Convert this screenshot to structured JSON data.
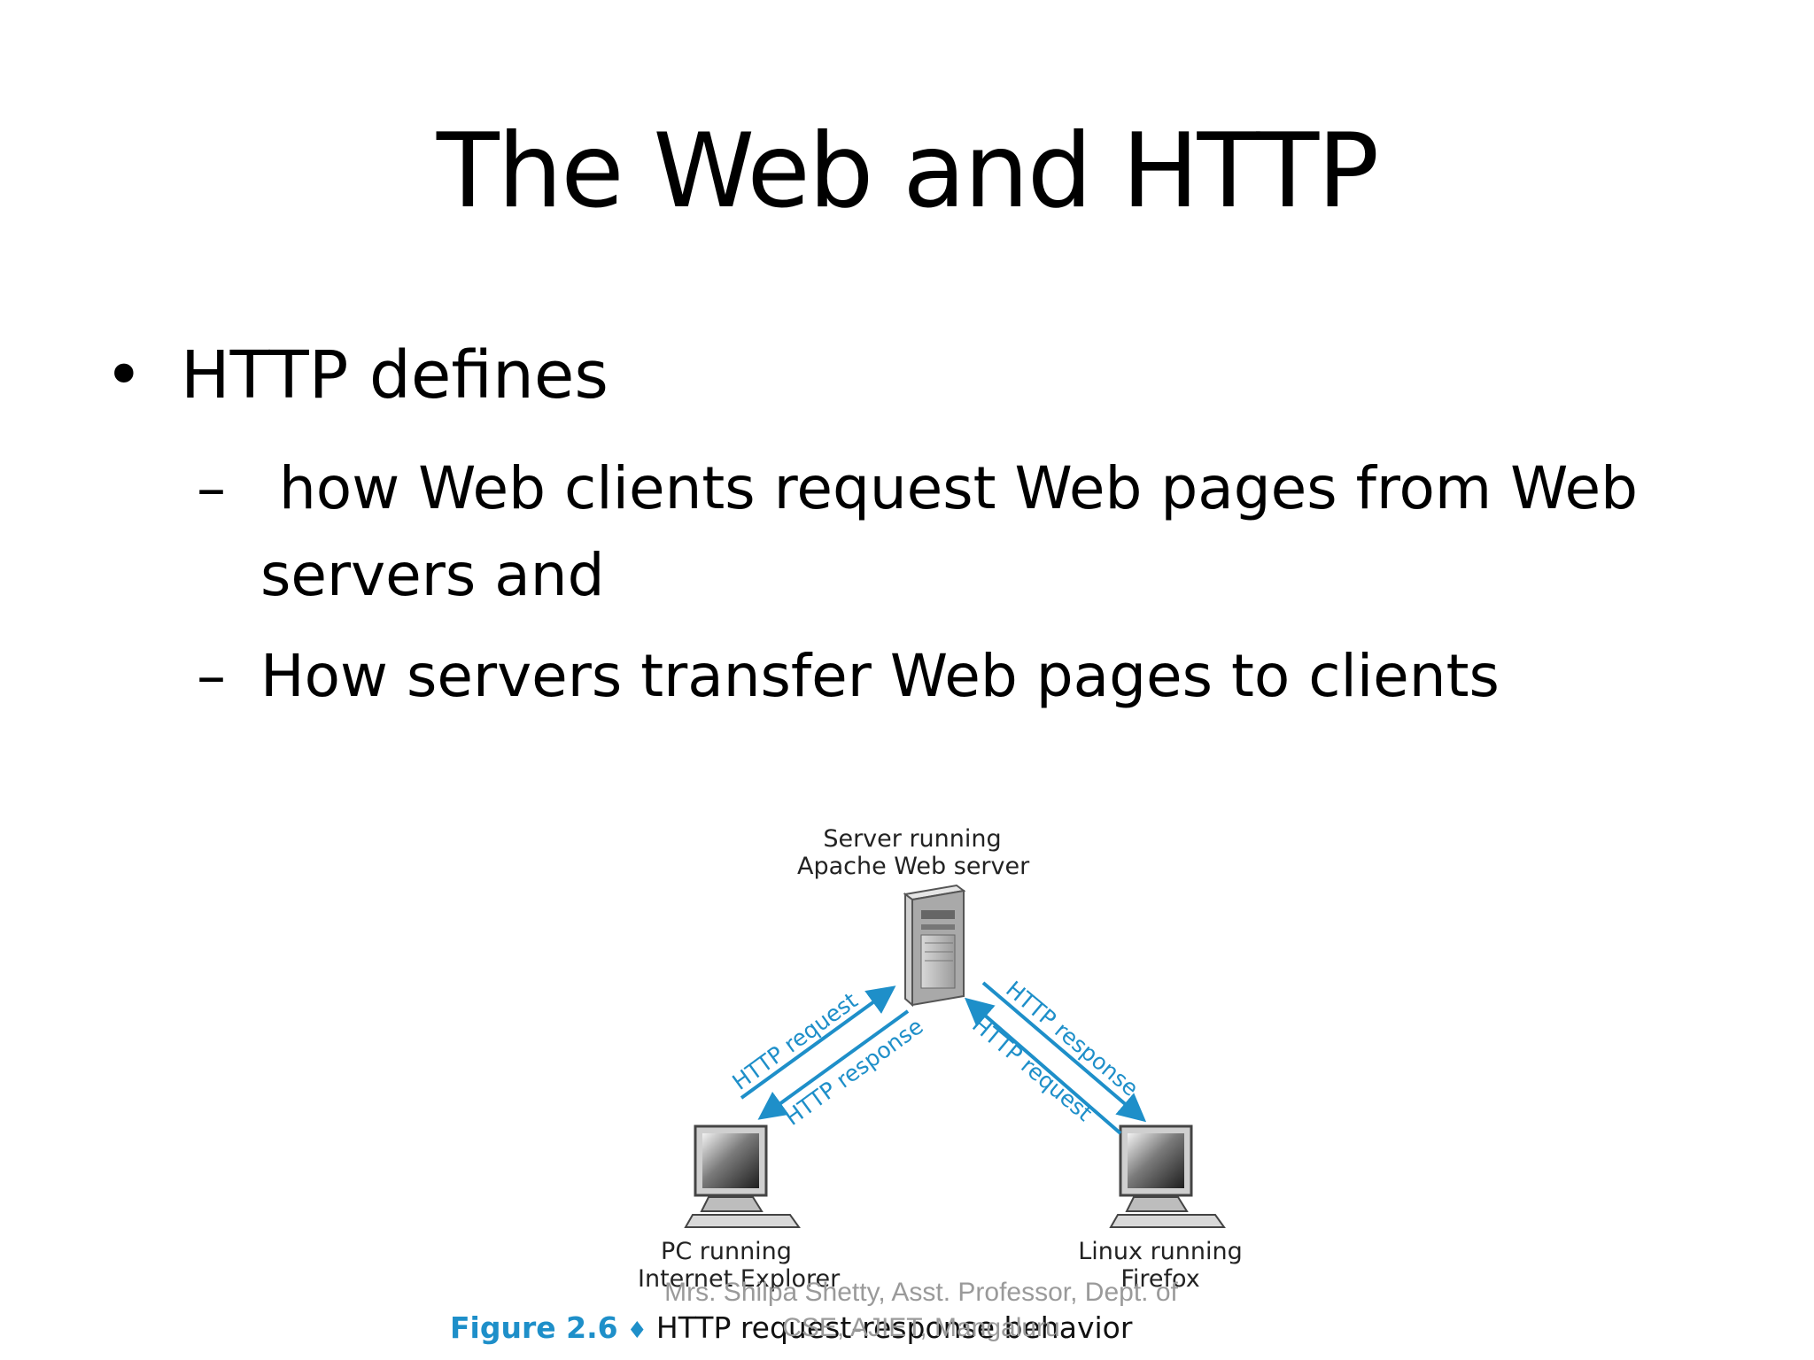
{
  "slide": {
    "title": "The Web and HTTP",
    "bullet": {
      "text": "HTTP defines",
      "marker": "•"
    },
    "sub_items": [
      {
        "dash": "–",
        "line1": " how Web clients request Web pages from Web",
        "line2": "servers and"
      },
      {
        "dash": "–",
        "line1": "How servers transfer Web pages to clients"
      }
    ]
  },
  "figure": {
    "server_label_1": "Server running",
    "server_label_2": "Apache Web server",
    "pc_label_1": "PC running",
    "pc_label_2": "Internet Explorer",
    "linux_label_1": "Linux running",
    "linux_label_2": "Firefox",
    "arrow_labels": {
      "left_request": "HTTP request",
      "left_response": "HTTP response",
      "right_response": "HTTP response",
      "right_request": "HTTP request"
    },
    "caption_number": "Figure 2.6",
    "caption_marker": "♦",
    "caption_text": "HTTP request-response behavior",
    "accent_color": "#1e8fc9"
  },
  "footer": {
    "line1": "Mrs. Shilpa Shetty, Asst. Professor, Dept. of",
    "line2": "CSE, AJIET, Mangaluru"
  }
}
